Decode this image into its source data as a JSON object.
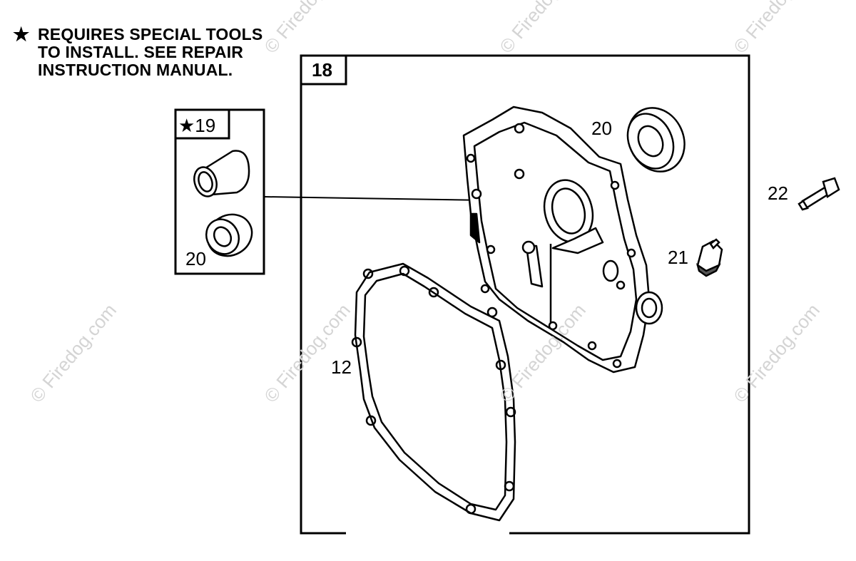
{
  "note": {
    "star": "★",
    "lines": [
      "REQUIRES SPECIAL TOOLS",
      "TO INSTALL.  SEE REPAIR",
      "INSTRUCTION MANUAL."
    ]
  },
  "callouts": {
    "box18": "18",
    "box19": "★19",
    "inset_seal": "20",
    "main_seal": "20",
    "bolt": "22",
    "plug": "21",
    "gasket": "12"
  },
  "watermark": "© Firedog.com"
}
